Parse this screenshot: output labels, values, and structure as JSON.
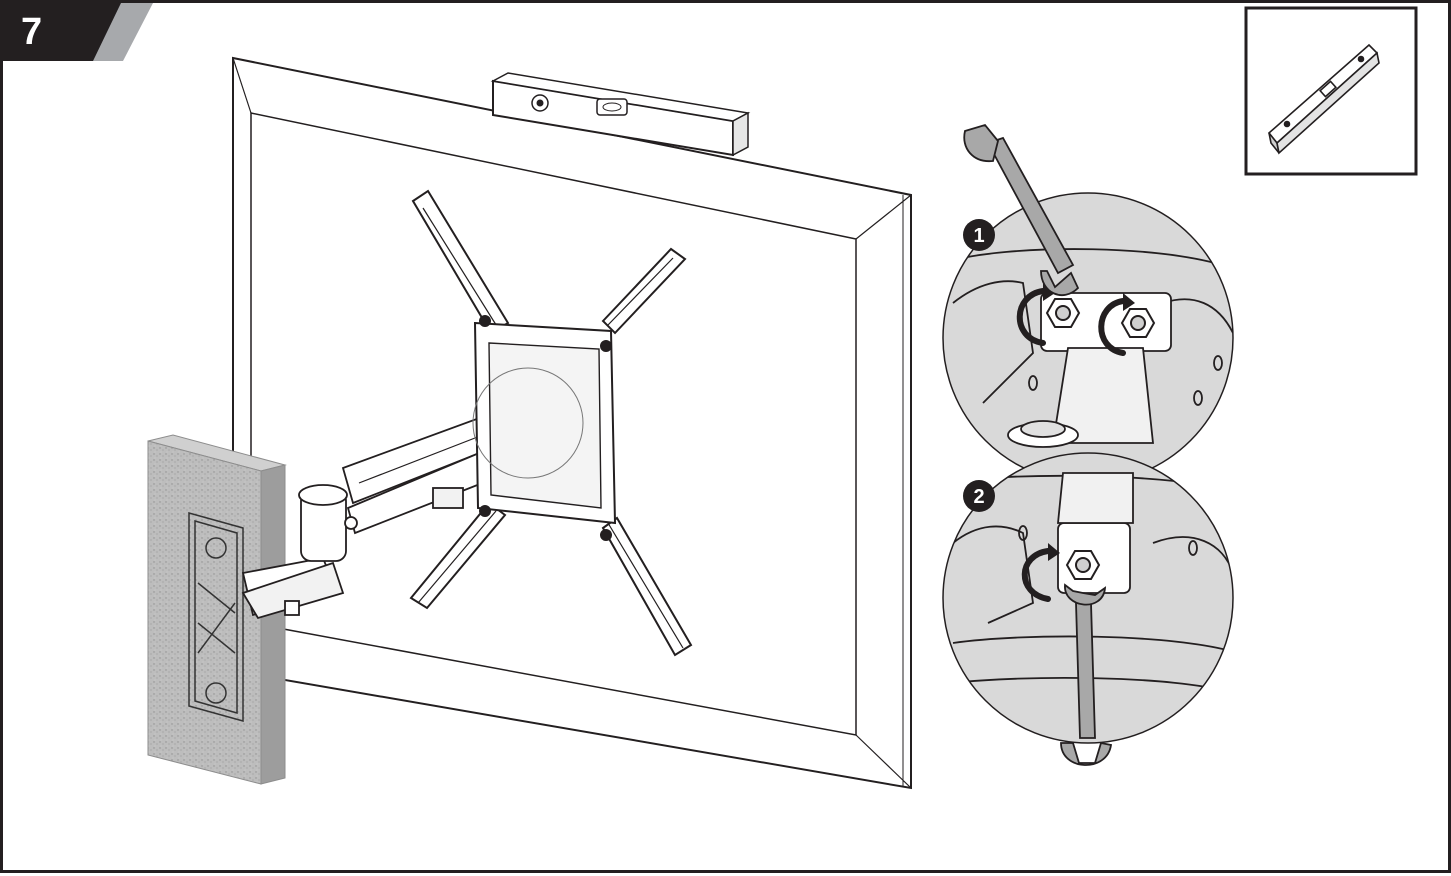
{
  "step": {
    "number": "7"
  },
  "callouts": [
    {
      "label": "1"
    },
    {
      "label": "2"
    }
  ],
  "colors": {
    "ink": "#231f20",
    "tab_gray": "#a7a9ac",
    "wall": "#bcbcbc",
    "detail_bg": "#d9d9d9",
    "tool": "#a8a8a8"
  },
  "icons": [
    "spirit-level-icon",
    "wrench-icon",
    "rotate-arrow-icon",
    "hex-nut-icon"
  ]
}
